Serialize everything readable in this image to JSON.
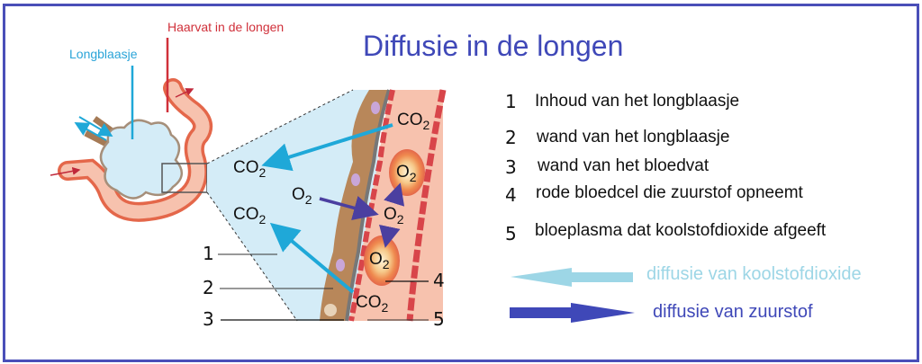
{
  "title": "Diffusie in de longen",
  "labels": {
    "alveolus": "Longblaasje",
    "capillary": "Haarvat in de longen"
  },
  "legend": [
    {
      "num": "1",
      "text": "Inhoud van het longblaasje"
    },
    {
      "num": "2",
      "text": "wand van het longblaasje"
    },
    {
      "num": "3",
      "text": "wand van het bloedvat"
    },
    {
      "num": "4",
      "text": "rode bloedcel die zuurstof opneemt"
    },
    {
      "num": "5",
      "text": "bloeplasma dat koolstofdioxide afgeeft"
    }
  ],
  "diagram_numbers": [
    "1",
    "2",
    "3",
    "4",
    "5"
  ],
  "molecules": {
    "co2_base": "CO",
    "o2_base": "O",
    "subscript": "2"
  },
  "key": {
    "co2_diffusion": "diffusie van koolstofdioxide",
    "o2_diffusion": "diffusie van zuurstof"
  },
  "colors": {
    "title": "#3f48b8",
    "border": "#4a4fb8",
    "co2_arrow": "#1fa8d8",
    "o2_arrow": "#4b3fa0",
    "co2_key": "#9dd6e6",
    "o2_key": "#3f48b8",
    "alveolus_fill": "#d4ecf7",
    "capillary_fill": "#f7c2ae",
    "capillary_edge": "#e4674a"
  }
}
